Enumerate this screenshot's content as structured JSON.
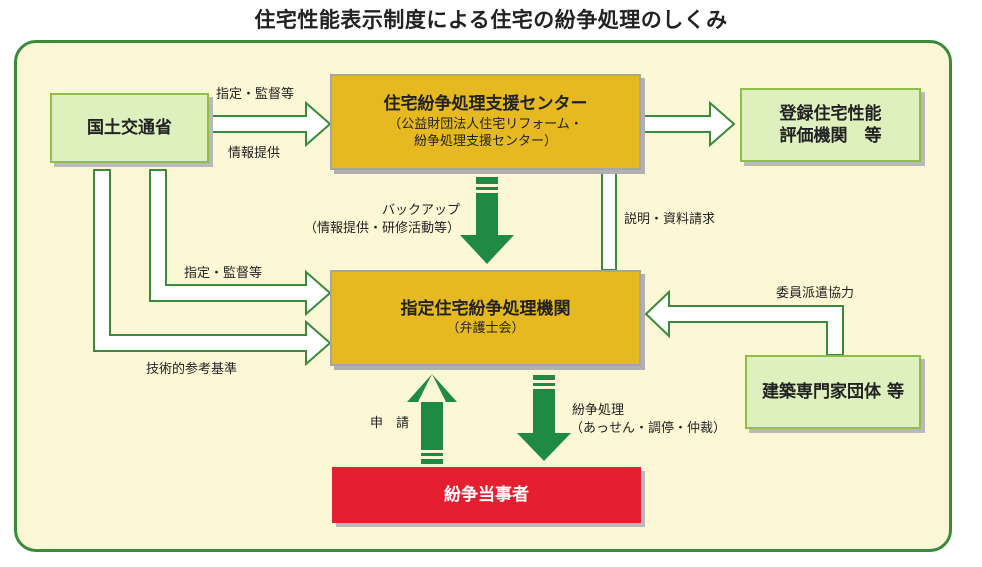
{
  "title": "住宅性能表示制度による住宅の紛争処理のしくみ",
  "colors": {
    "frame_border": "#3a8a3c",
    "frame_fill": "#fcf8d6",
    "green_box": "#def0bd",
    "yellow_box": "#e5b91f",
    "red_box": "#e41f30",
    "arrow_green": "#1e8a44"
  },
  "nodes": {
    "mlit": {
      "name": "国土交通省"
    },
    "center": {
      "name": "住宅紛争処理支援センター",
      "sub_line1": "（公益財団法人住宅リフォーム・",
      "sub_line2": "紛争処理支援センター）"
    },
    "evaluation": {
      "name_line1": "登録住宅性能",
      "name_line2": "評価機関　等"
    },
    "designated": {
      "name": "指定住宅紛争処理機関",
      "sub": "（弁護士会）"
    },
    "experts": {
      "name": "建築専門家団体 等"
    },
    "parties": {
      "name": "紛争当事者"
    }
  },
  "edges": {
    "mlit_to_center_top": "指定・監督等",
    "mlit_to_center_bottom": "情報提供",
    "backup_line1": "バックアップ",
    "backup_line2": "（情報提供・研修活動等）",
    "explain": "説明・資料請求",
    "mlit_to_designated_1": "指定・監督等",
    "mlit_to_designated_2": "技術的参考基準",
    "experts_to_designated": "委員派遣協力",
    "apply": "申　請",
    "dispute_line1": "紛争処理",
    "dispute_line2": "（あっせん・調停・仲裁）"
  }
}
